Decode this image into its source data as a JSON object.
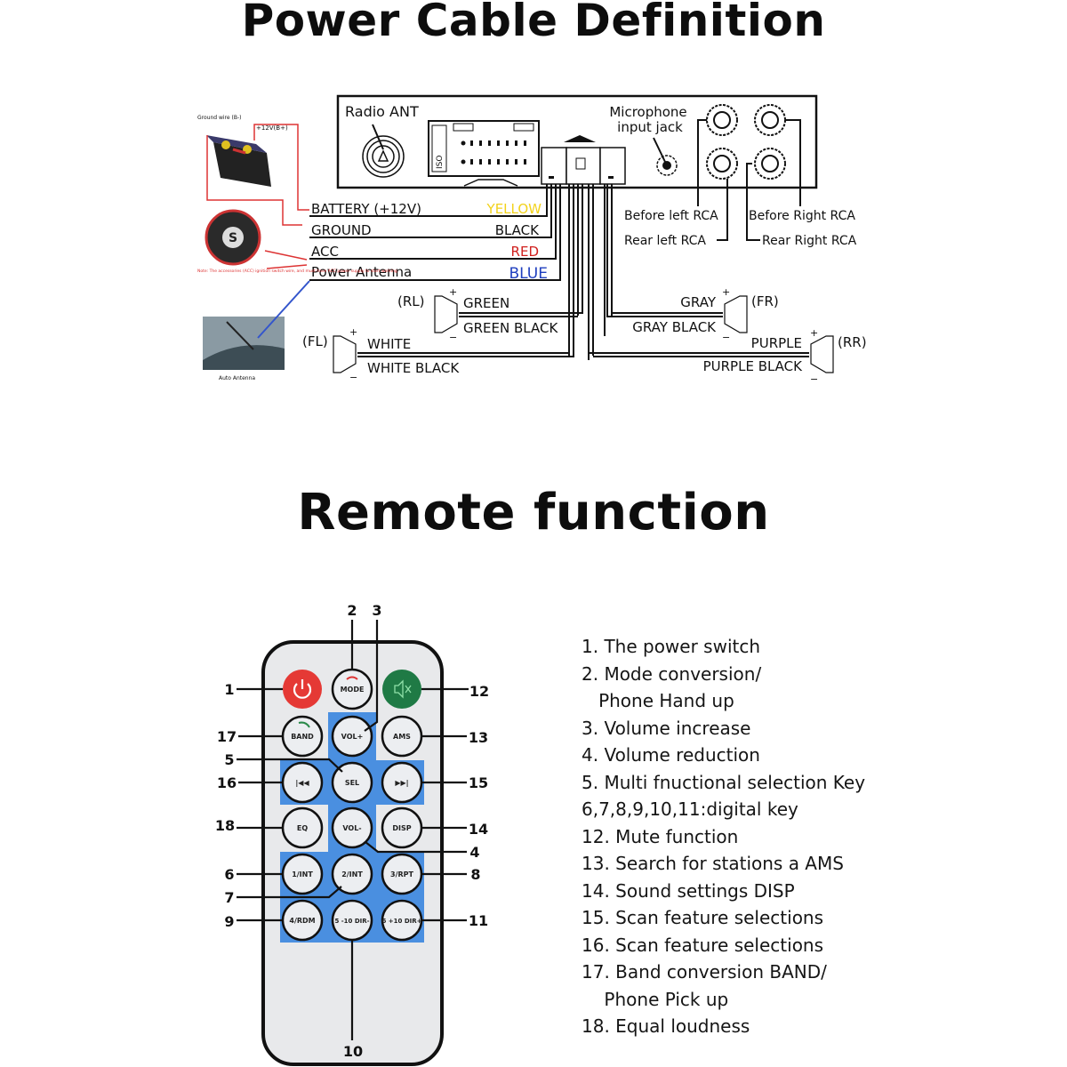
{
  "titles": {
    "power": "Power Cable Definition",
    "remote": "Remote function"
  },
  "head_unit": {
    "radio_ant": "Radio ANT",
    "iso_label": "ISO",
    "mic_line1": "Microphone",
    "mic_line2": "input jack",
    "rca": {
      "before_left": "Before left RCA",
      "rear_left": "Rear left RCA",
      "before_right": "Before Right RCA",
      "rear_right": "Rear Right RCA"
    }
  },
  "battery": {
    "ground_label": "Ground wire (B-)",
    "positive_label": "+12V(B+)",
    "ignition_note": "Note: The accessories (ACC) ignition switch wire, and must have ACC power supply to start working",
    "antenna_caption": "Auto Antenna"
  },
  "power_wires": [
    {
      "name": "BATTERY (+12V)",
      "color_name": "YELLOW",
      "color": "#f2d21b"
    },
    {
      "name": "GROUND",
      "color_name": "BLACK",
      "color": "#111111"
    },
    {
      "name": "ACC",
      "color_name": "RED",
      "color": "#d0201e"
    },
    {
      "name": "Power Antenna",
      "color_name": "BLUE",
      "color": "#1f3fbf"
    }
  ],
  "speakers": {
    "rl": {
      "tag": "(RL)",
      "pos": "GREEN",
      "neg": "GREEN BLACK"
    },
    "fl": {
      "tag": "(FL)",
      "pos": "WHITE",
      "neg": "WHITE BLACK"
    },
    "fr": {
      "tag": "(FR)",
      "pos": "GRAY",
      "neg": "GRAY BLACK"
    },
    "rr": {
      "tag": "(RR)",
      "pos": "PURPLE",
      "neg": "PURPLE BLACK"
    },
    "plus": "+",
    "minus": "−"
  },
  "remote": {
    "colors": {
      "power": "#e53935",
      "mute": "#1f7a45",
      "highlight": "#4a8fe0",
      "body": "#e8e9eb",
      "key": "#eceef1"
    },
    "buttons": [
      {
        "num": "1",
        "label": ""
      },
      {
        "num": "2",
        "label": "MODE"
      },
      {
        "num": "12",
        "label": ""
      },
      {
        "num": "17",
        "label": "BAND"
      },
      {
        "num": "3",
        "label": "VOL+"
      },
      {
        "num": "13",
        "label": "AMS"
      },
      {
        "num": "16",
        "label": "|◀◀"
      },
      {
        "num": "5",
        "label": "SEL"
      },
      {
        "num": "15",
        "label": "▶▶|"
      },
      {
        "num": "18",
        "label": "EQ"
      },
      {
        "num": "4",
        "label": "VOL-"
      },
      {
        "num": "14",
        "label": "DISP"
      },
      {
        "num": "6",
        "label": "1/INT"
      },
      {
        "num": "7",
        "label": "2/INT"
      },
      {
        "num": "8",
        "label": "3/RPT"
      },
      {
        "num": "9",
        "label": "4/RDM"
      },
      {
        "num": "10",
        "label": "5 -10 DIR-"
      },
      {
        "num": "11",
        "label": "6 +10 DIR+"
      }
    ],
    "callouts": [
      "1",
      "2",
      "3",
      "12",
      "17",
      "13",
      "5",
      "16",
      "15",
      "18",
      "14",
      "4",
      "6",
      "8",
      "7",
      "9",
      "11",
      "10"
    ]
  },
  "functions": [
    "1. The power switch",
    "2. Mode conversion/",
    "   Phone Hand up",
    "3. Volume increase",
    "4. Volume reduction",
    "5. Multi fnuctional selection Key",
    "6,7,8,9,10,11:digital key",
    "12. Mute function",
    "13. Search for stations a AMS",
    "14. Sound settings DISP",
    "15. Scan feature selections",
    "16. Scan feature selections",
    "17. Band conversion BAND/",
    "    Phone Pick up",
    "18. Equal loudness"
  ]
}
